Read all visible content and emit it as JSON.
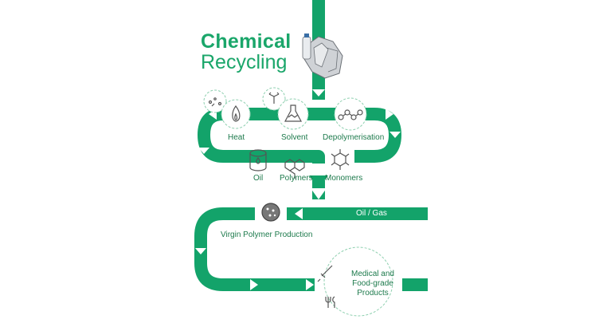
{
  "title": {
    "line1": "Chemical",
    "line2": "Recycling"
  },
  "colors": {
    "pipe": "#13a36a",
    "text": "#1d7a4c",
    "icon": "#555555",
    "dash": "#8fd0b0"
  },
  "processes": [
    {
      "label": "Heat",
      "icon": "flame-icon"
    },
    {
      "label": "Solvent",
      "icon": "flask-icon"
    },
    {
      "label": "Depolymerisation",
      "icon": "molecule-chain-icon"
    }
  ],
  "outputs": [
    {
      "label": "Oil",
      "icon": "barrel-icon"
    },
    {
      "label": "Polymers",
      "icon": "polymer-rings-icon"
    },
    {
      "label": "Monomers",
      "icon": "monomer-hexagon-icon"
    }
  ],
  "feed_label": "Oil / Gas",
  "production_label": "Virgin Polymer Production",
  "products_label": "Medical and Food-grade Products",
  "icons": [
    "plastic-waste-icon",
    "particles-icon",
    "split-arrow-icon",
    "pellets-icon",
    "syringe-icon",
    "cutlery-icon"
  ]
}
